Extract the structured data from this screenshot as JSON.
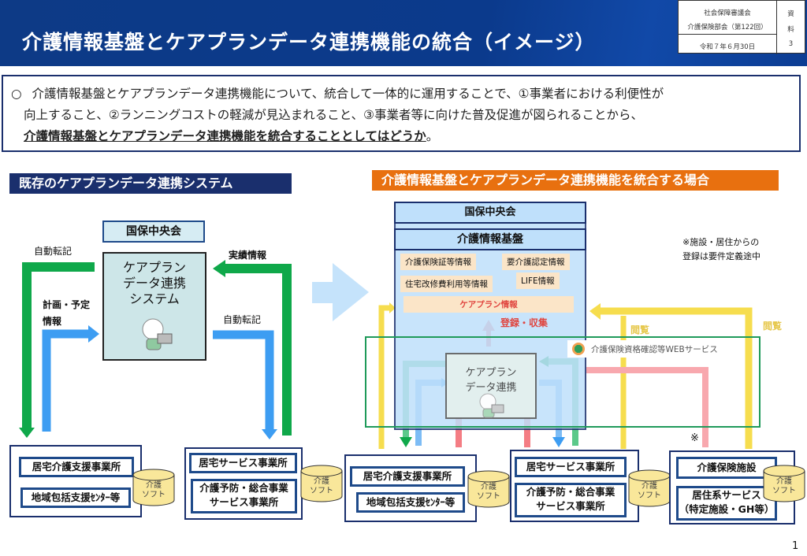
{
  "header": {
    "title": "介護情報基盤とケアプランデータ連携機能の統合（イメージ）",
    "meeting_line1": "社会保障審議会",
    "meeting_line2": "介護保険部会（第122回）",
    "date": "令和７年６月30日",
    "doc_label_1": "資",
    "doc_label_2": "料",
    "doc_number": "3"
  },
  "callout": {
    "bullet": "○",
    "line1": "介護情報基盤とケアプランデータ連携機能について、統合して一体的に運用することで、①事業者における利便性が",
    "line2": "向上すること、②ランニングコストの軽減が見込まれること、③事業者等に向けた普及促進が図られることから、",
    "line3_strong": "介護情報基盤とケアプランデータ連携機能を統合することとしてはどうか",
    "line3_end": "。"
  },
  "colors": {
    "navy": "#1a2f6d",
    "orange": "#e8700f",
    "green": "#0fa84a",
    "blue": "#3d9df2",
    "yellow": "#f6dd4e",
    "pink": "#f47d84",
    "light_blue": "#bfe0fb"
  },
  "left": {
    "section_title": "既存のケアプランデータ連携システム",
    "org": "国保中央会",
    "system_line1": "ケアプラン",
    "system_line2": "データ連携",
    "system_line3": "システム",
    "label_auto_transfer_left": "自動転記",
    "label_plan_line1": "計画・予定",
    "label_plan_line2": "情報",
    "label_results": "実績情報",
    "label_auto_transfer_right": "自動転記",
    "office1_a": "居宅介護支援事業所",
    "office1_b": "地域包括支援ｾﾝﾀｰ等",
    "office2_a": "居宅サービス事業所",
    "office2_b_line1": "介護予防・総合事業",
    "office2_b_line2": "サービス事業所",
    "software_line1": "介護",
    "software_line2": "ソフト"
  },
  "right": {
    "section_title": "介護情報基盤とケアプランデータ連携機能を統合する場合",
    "org": "国保中央会",
    "platform": "介護情報基盤",
    "info_items": [
      "介護保険証等情報",
      "要介護認定情報",
      "住宅改修費利用等情報",
      "LIFE情報"
    ],
    "careplan_info": "ケアプラン情報",
    "register_collect": "登録・収集",
    "note_line1": "※施設・居住からの",
    "note_line2": "登録は要件定義途中",
    "view_label_1": "閲覧",
    "view_label_2": "閲覧",
    "web_service": "介護保険資格確認等WEBサービス",
    "inner_system_line1": "ケアプラン",
    "inner_system_line2": "データ連携",
    "asterisk": "※",
    "office1_a": "居宅介護支援事業所",
    "office1_b": "地域包括支援ｾﾝﾀｰ等",
    "office2_a": "居宅サービス事業所",
    "office2_b_line1": "介護予防・総合事業",
    "office2_b_line2": "サービス事業所",
    "office3_a": "介護保険施設",
    "office3_b_line1": "居住系サービス",
    "office3_b_line2": "（特定施設・GH等）",
    "software_line1": "介護",
    "software_line2": "ソフト"
  },
  "page_number": "1"
}
